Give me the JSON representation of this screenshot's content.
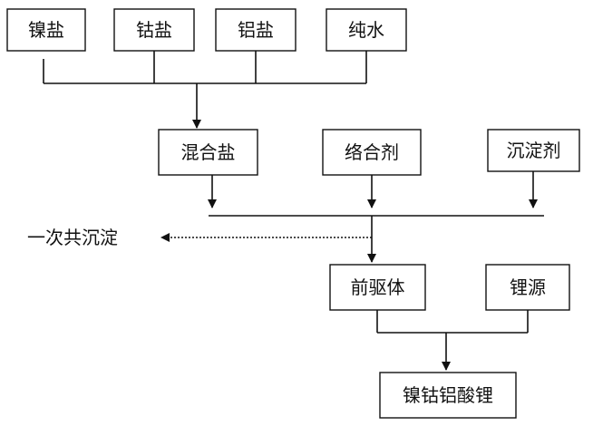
{
  "nodes": {
    "nickel_salt": "镍盐",
    "cobalt_salt": "钴盐",
    "aluminum_salt": "铝盐",
    "pure_water": "纯水",
    "mixed_salt": "混合盐",
    "complexing_agent": "络合剂",
    "precipitant": "沉淀剂",
    "primary_coprecipitation": "一次共沉淀",
    "precursor": "前驱体",
    "lithium_source": "锂源",
    "nca": "镍钴铝酸锂"
  }
}
